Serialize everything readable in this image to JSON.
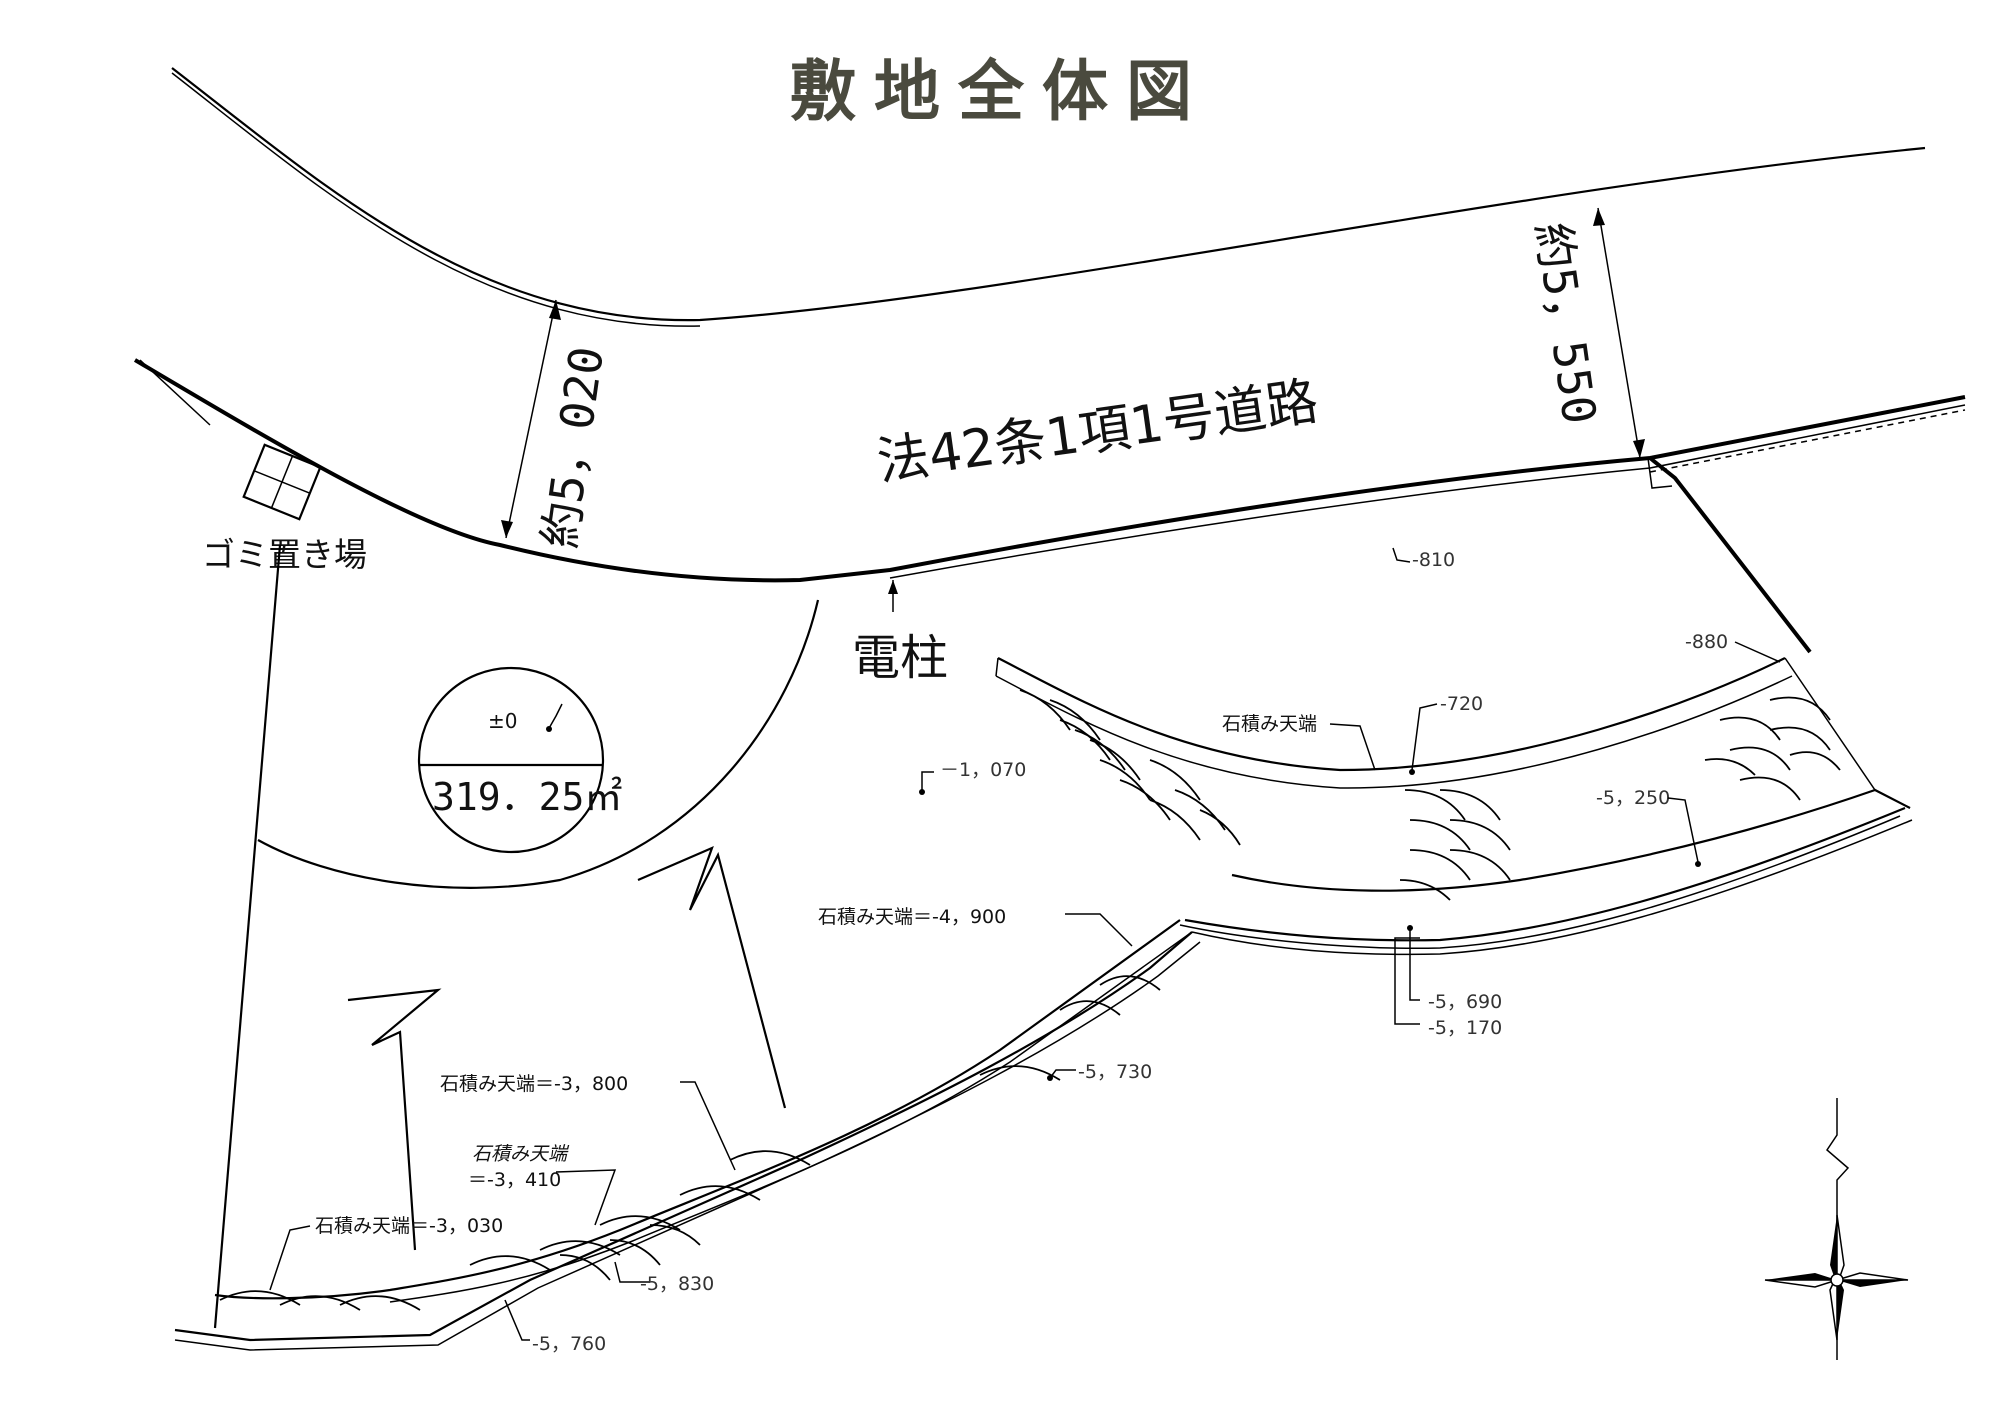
{
  "title": "敷地全体図",
  "road": {
    "label": "法42条1項1号道路",
    "width_left": "約5，020",
    "width_right": "約5，550"
  },
  "labels": {
    "garbage": "ゴミ置き場",
    "pole": "電柱"
  },
  "area_circle": {
    "top_label": "±0",
    "area": "319．25㎡"
  },
  "elevations": {
    "e810": "-810",
    "e880": "-880",
    "e720": "-720",
    "e1070": "－1，070",
    "e5250": "-5，250",
    "e5690": "-5，690",
    "e5170": "-5，170",
    "e5730": "-5，730",
    "e5830": "-5，830",
    "e5760": "-5，760"
  },
  "stone_tops": {
    "s720": "石積み天端",
    "s4900": "石積み天端＝-4，900",
    "s3800": "石積み天端＝-3，800",
    "s3410_line1": "石積み天端",
    "s3410_line2": "＝-3，410",
    "s3030": "石積み天端＝-3，030"
  },
  "icons": {
    "north": "north-arrow-icon"
  },
  "colors": {
    "title": "#4a4a3e",
    "lines": "#000000"
  }
}
